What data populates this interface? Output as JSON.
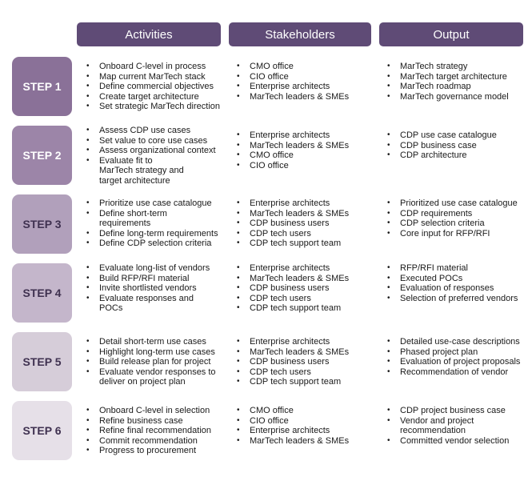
{
  "headers": {
    "activities": "Activities",
    "stakeholders": "Stakeholders",
    "output": "Output"
  },
  "colors": {
    "header_bg": "#5f4b76",
    "step_1": "#8a7198",
    "step_2": "#9c85a8",
    "step_3": "#b1a0bb",
    "step_4": "#c4b6cb",
    "step_5": "#d6cdd9",
    "step_6": "#e6e0e8"
  },
  "steps": [
    {
      "label": "STEP 1",
      "activities": [
        "Onboard C-level in process",
        "Map current MarTech stack",
        "Define commercial objectives",
        "Create target architecture",
        "Set strategic MarTech direction"
      ],
      "stakeholders": [
        "CMO office",
        "CIO office",
        "Enterprise architects",
        "MarTech leaders & SMEs"
      ],
      "output": [
        "MarTech strategy",
        "MarTech target architecture",
        "MarTech roadmap",
        "MarTech governance model"
      ]
    },
    {
      "label": "STEP 2",
      "activities": [
        "Assess CDP use cases",
        "Set value to core use cases",
        "Assess organizational context",
        "Evaluate fit to MarTech strategy and target architecture"
      ],
      "stakeholders": [
        "Enterprise architects",
        "MarTech leaders & SMEs",
        "CMO office",
        "CIO office"
      ],
      "output": [
        "CDP use case catalogue",
        "CDP business case",
        "CDP architecture"
      ]
    },
    {
      "label": "STEP 3",
      "activities": [
        "Prioritize use case catalogue",
        "Define short-term requirements",
        "Define long-term requirements",
        "Define CDP selection criteria"
      ],
      "stakeholders": [
        "Enterprise architects",
        "MarTech leaders & SMEs",
        "CDP business users",
        "CDP tech users",
        "CDP tech support team"
      ],
      "output": [
        "Prioritized use case catalogue",
        "CDP requirements",
        "CDP selection criteria",
        "Core input for RFP/RFI"
      ]
    },
    {
      "label": "STEP 4",
      "activities": [
        "Evaluate long-list of vendors",
        "Build RFP/RFI material",
        "Invite shortlisted vendors",
        "Evaluate responses and POCs"
      ],
      "stakeholders": [
        "Enterprise architects",
        "MarTech leaders & SMEs",
        "CDP business users",
        "CDP tech users",
        "CDP tech support team"
      ],
      "output": [
        "RFP/RFI material",
        "Executed POCs",
        "Evaluation of responses",
        "Selection of preferred vendors"
      ]
    },
    {
      "label": "STEP 5",
      "activities": [
        "Detail short-term use cases",
        "Highlight long-term use cases",
        "Build release plan for project",
        "Evaluate vendor responses to deliver on project plan"
      ],
      "stakeholders": [
        "Enterprise architects",
        "MarTech leaders & SMEs",
        "CDP business users",
        "CDP tech users",
        "CDP tech support team"
      ],
      "output": [
        "Detailed use-case descriptions",
        "Phased project plan",
        "Evaluation of project proposals",
        "Recommendation of vendor"
      ]
    },
    {
      "label": "STEP 6",
      "activities": [
        "Onboard C-level in selection",
        "Refine business case",
        "Refine final recommendation",
        "Commit recommendation",
        "Progress to procurement"
      ],
      "stakeholders": [
        "CMO office",
        "CIO office",
        "Enterprise architects",
        "MarTech leaders & SMEs"
      ],
      "output": [
        "CDP project business case",
        "Vendor and project recommendation",
        "Committed vendor selection"
      ]
    }
  ]
}
